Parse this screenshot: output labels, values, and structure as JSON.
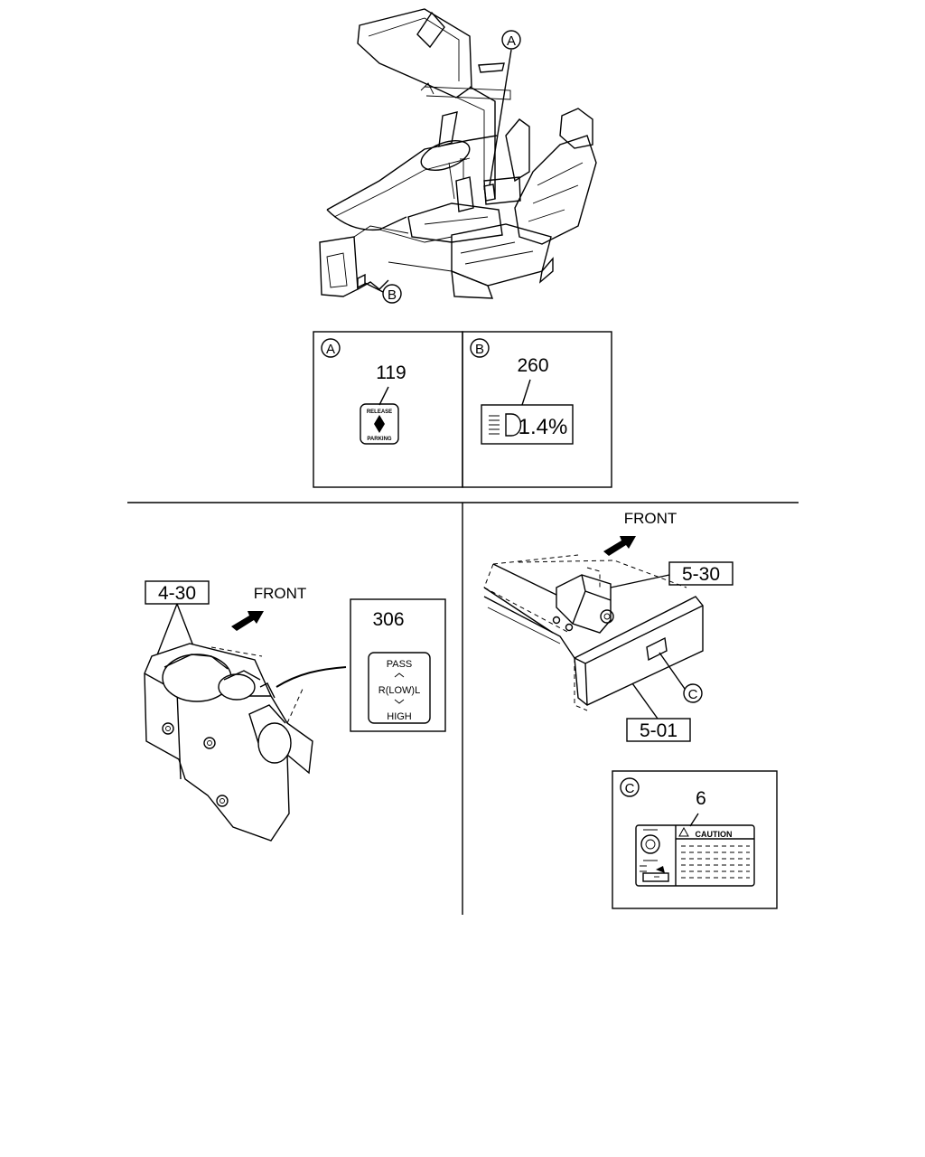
{
  "callouts": {
    "a": "A",
    "b": "B",
    "c": "C"
  },
  "labels": {
    "a_part_number": "119",
    "a_text_top": "RELEASE",
    "a_text_bottom": "PARKING",
    "b_part_number": "260",
    "b_value": "1.4%",
    "front_left": "FRONT",
    "front_right": "FRONT",
    "ref_4_30": "4-30",
    "ref_5_30": "5-30",
    "ref_5_01": "5-01",
    "part_306": "306",
    "switch_pass": "PASS",
    "switch_low": "R(LOW)L",
    "switch_high": "HIGH",
    "part_6": "6",
    "caution": "CAUTION"
  }
}
